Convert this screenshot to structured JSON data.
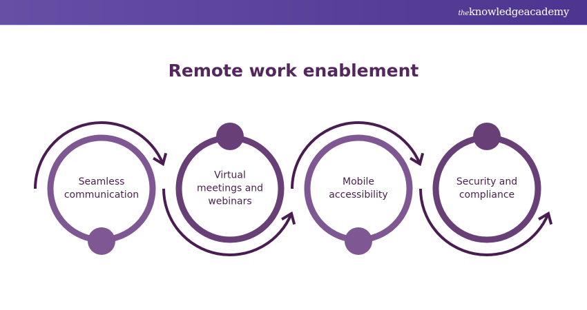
{
  "header": {
    "logo_prefix": "the",
    "logo_text": "knowledgeacademy"
  },
  "title": "Remote work enablement",
  "colors": {
    "light_ring": "#7f5893",
    "dark_ring": "#693f78",
    "arrow": "#4a1d52",
    "title": "#55275f"
  },
  "steps": [
    {
      "label": "Seamless communication",
      "dot": "bottom",
      "arc": "top"
    },
    {
      "label": "Virtual meetings and webinars",
      "dot": "top",
      "arc": "bottom"
    },
    {
      "label": "Mobile accessibility",
      "dot": "bottom",
      "arc": "top"
    },
    {
      "label": "Security and compliance",
      "dot": "top",
      "arc": "bottom"
    }
  ]
}
